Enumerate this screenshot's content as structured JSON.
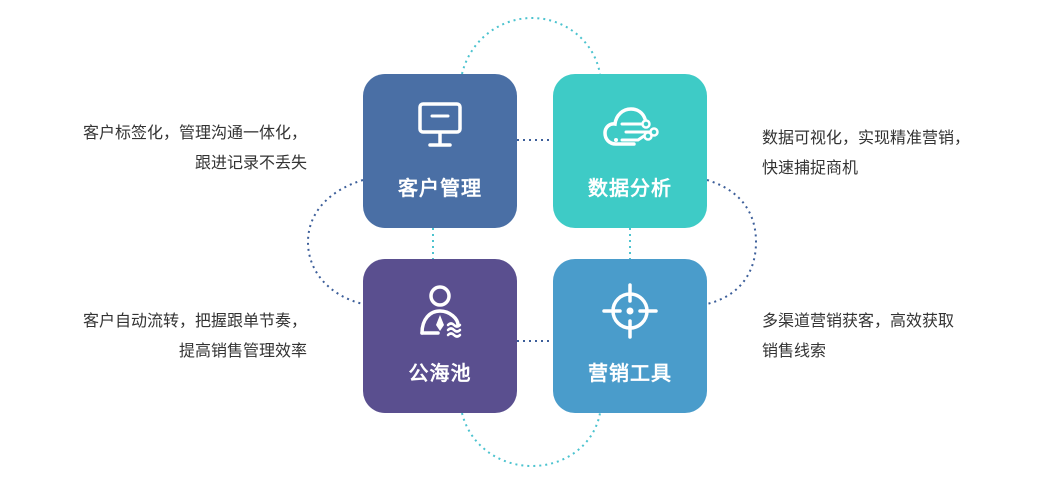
{
  "colors": {
    "crm": "#4a6fa5",
    "data": "#3ecbc6",
    "pool": "#5a4f8f",
    "marketing": "#4a9ccb",
    "connector_teal": "#4cc3cf",
    "connector_blue": "#3d5f9a"
  },
  "cards": {
    "crm": {
      "label": "客户管理",
      "icon": "monitor-icon"
    },
    "data": {
      "label": "数据分析",
      "icon": "cloud-network-icon"
    },
    "pool": {
      "label": "公海池",
      "icon": "person-sea-icon"
    },
    "marketing": {
      "label": "营销工具",
      "icon": "crosshair-icon"
    }
  },
  "descriptions": {
    "crm": [
      "客户标签化，管理沟通一体化，",
      "跟进记录不丢失"
    ],
    "data": [
      "数据可视化，实现精准营销，",
      "快速捕捉商机"
    ],
    "pool": [
      "客户自动流转，把握跟单节奏，",
      "提高销售管理效率"
    ],
    "marketing": [
      "多渠道营销获客，高效获取",
      "销售线索"
    ]
  }
}
